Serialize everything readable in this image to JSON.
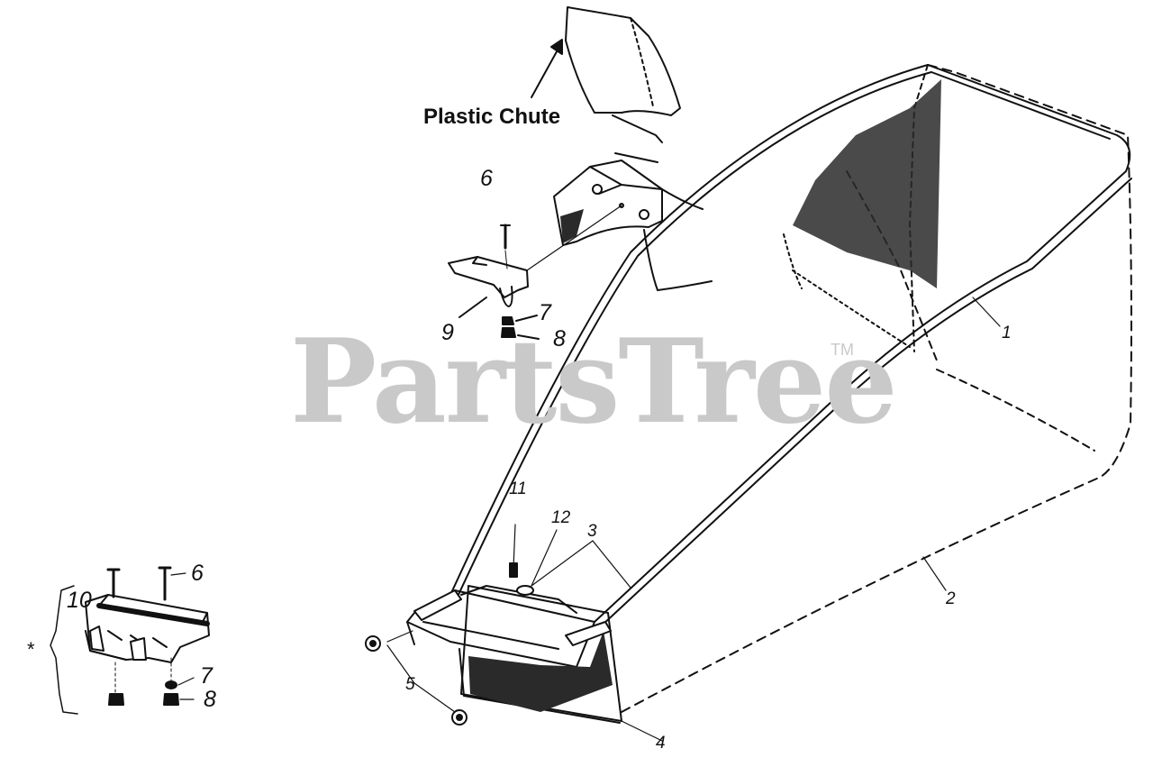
{
  "watermark": {
    "brand": "PartsTree",
    "trademark": "TM"
  },
  "callout": {
    "plastic_chute": "Plastic Chute"
  },
  "labels": {
    "p1": "1",
    "p2": "2",
    "p3": "3",
    "p4": "4",
    "p5": "5",
    "p6_top": "6",
    "p6_side": "6",
    "p7_top": "7",
    "p7_side": "7",
    "p8_top": "8",
    "p8_side": "8",
    "p9": "9",
    "p10": "10",
    "p11": "11",
    "p12": "12",
    "asterisk": "*"
  },
  "colors": {
    "ink": "#111111",
    "watermark": "#c9c9c9",
    "fabric": "#2a2a2a"
  }
}
